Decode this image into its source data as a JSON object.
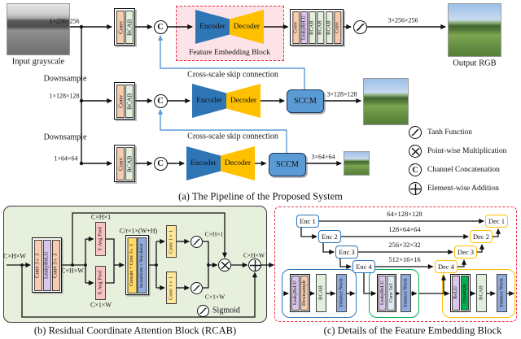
{
  "figure": {
    "panel_a": {
      "caption": "(a) The Pipeline of the Proposed System",
      "input_label": "Input grayscale",
      "output_label": "Output RGB",
      "downsample_label_1": "Downsample",
      "downsample_label_2": "Downsample",
      "skip_label_1": "Cross-scale skip connection",
      "skip_label_2": "Cross-scale skip connection",
      "dim_in_1": "1×256×256",
      "dim_in_2": "1×128×128",
      "dim_in_3": "1×64×64",
      "dim_out_1": "3×256×256",
      "dim_out_2": "3×128×128",
      "dim_out_3": "3×64×64",
      "concat_symbol": "C",
      "row1": {
        "head_stack": [
          "Conv",
          "RCAB"
        ],
        "encoder": "Encoder",
        "decoder": "Decoder",
        "feb_label": "Feature Embedding Block",
        "tail_stack": [
          "Conv",
          "LeakyReLU",
          "RCAB",
          "RCAB",
          "RCAB",
          "Conv"
        ]
      },
      "row2": {
        "head_stack": [
          "Conv",
          "RCAB"
        ],
        "encoder": "Encoder",
        "decoder": "Decoder",
        "sccm": "SCCM"
      },
      "row3": {
        "head_stack": [
          "Conv",
          "RCAB"
        ],
        "encoder": "Encoder",
        "decoder": "Decoder",
        "sccm": "SCCM"
      },
      "legend": {
        "tanh": "Tanh Function",
        "multiply": "Point-wise Multiplication",
        "concat": "Channel Concatenation",
        "add": "Element-wise Addition",
        "concat_symbol": "C"
      }
    },
    "panel_b": {
      "caption": "(b) Residual Coordinate Attention Block (RCAB)",
      "dim_in": "C×H×W",
      "dim_mid": "C×H×W",
      "dim_y": "C×H×1",
      "dim_x": "C×1×W",
      "dim_concat": "C/r×1×(W+H)",
      "dim_sig_top": "C×H×1",
      "dim_sig_bottom": "C×1×W",
      "dim_out": "C×H×W",
      "conv_a": "Conv 3×3",
      "lrelu": "LeakyReLU",
      "conv_b": "Conv 3×3",
      "y_pool": "Y Avg Pool",
      "x_pool": "X Avg Pool",
      "concat_conv": "Concate + Conv 3×3",
      "instanorm": "InstanNorm + Non-linear",
      "conv_top": "Conv 1×1",
      "conv_bottom": "Conv 1×1",
      "sigmoid_label": "Sigmoid"
    },
    "panel_c": {
      "caption": "(c) Details of the Feature Embedding Block",
      "enc": [
        "Enc 1",
        "Enc 2",
        "Enc 3",
        "Enc 4"
      ],
      "dec": [
        "Dec 1",
        "Dec 2",
        "Dec 3",
        "Dec 4"
      ],
      "dims": [
        "64×128×128",
        "128×64×64",
        "256×32×32",
        "512×16×16"
      ],
      "enc_block": [
        "LeakyReLU",
        "Downsample",
        "RCAB",
        "Instance Norm"
      ],
      "bottleneck_block": [
        "LeakyReLU",
        "Conv 3x3",
        "Instance Norm"
      ],
      "dec_block": [
        "ReLU",
        "Upsample",
        "RCAB",
        "Instance Norm"
      ]
    },
    "colors": {
      "encoder_blue": "#2E75B6",
      "decoder_gold": "#FFC000",
      "sccm_blue": "#5B9BD5",
      "skip_blue": "#5B9BD5",
      "conv_peach": "#F8CBAD",
      "rcab_green": "#E2EFDA",
      "relu_purple": "#D9C6E9",
      "pool_pink": "#F6C4C4",
      "concat_gold": "#FFD966",
      "conv1x1_gold": "#FFE699",
      "norm_periwinkle": "#8FAADC",
      "upsample_green": "#00B050",
      "conv_lightblue": "#DEEAF6",
      "feb_pink": "#FCE3E8",
      "panel_green": "#E6F0DC",
      "dashed_red": "#F2334D"
    }
  }
}
